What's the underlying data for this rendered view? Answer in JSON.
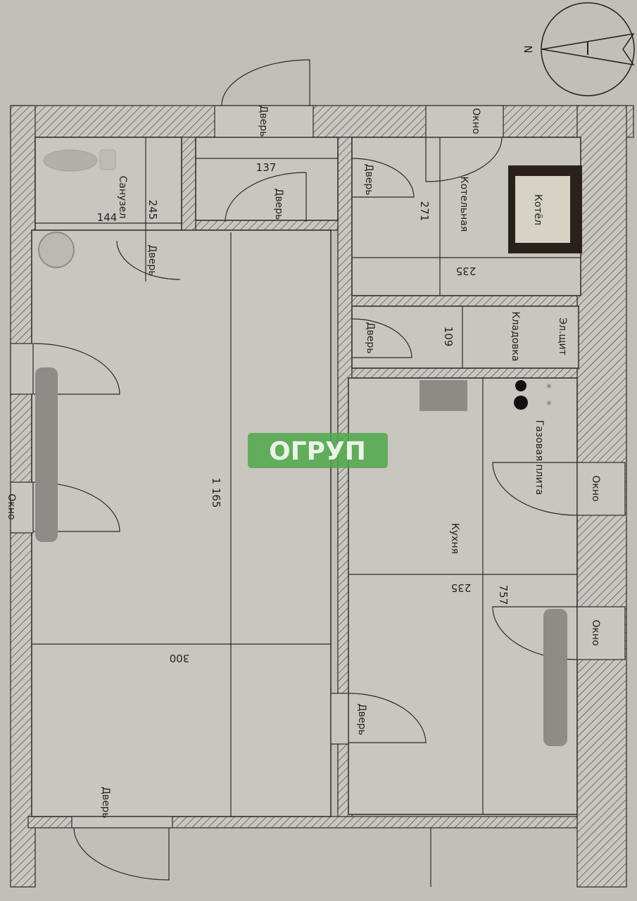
{
  "plan": {
    "compass": {
      "north_label": "N"
    },
    "watermark": "ОГРУП",
    "rooms": {
      "bathroom": {
        "name": "Санузел",
        "width": "144",
        "length": "245",
        "door": "Дверь"
      },
      "vestibule": {
        "width": "137",
        "door": "Дверь",
        "entrance_door": "Дверь"
      },
      "boiler_room": {
        "name": "Котельная",
        "width": "271",
        "length": "235",
        "boiler": "Котёл",
        "window": "Окно",
        "door": "Дверь"
      },
      "storage": {
        "name": "Кладовка",
        "panel": "Эл.щит",
        "width": "109",
        "door": "Дверь"
      },
      "kitchen": {
        "name": "Кухня",
        "stove": "Газовая плита",
        "width": "235",
        "length": "757",
        "windows": [
          "Окно",
          "Окно"
        ],
        "door": "Дверь"
      },
      "main_hall": {
        "length": "1 165",
        "width": "300",
        "door": "Дверь",
        "side_window_partial": "Окно"
      }
    },
    "colors": {
      "paper": "#c9c6c0",
      "ink": "#2a2a2a",
      "watermark_bg": "#4fa84a",
      "boiler": "#2b211c"
    }
  }
}
